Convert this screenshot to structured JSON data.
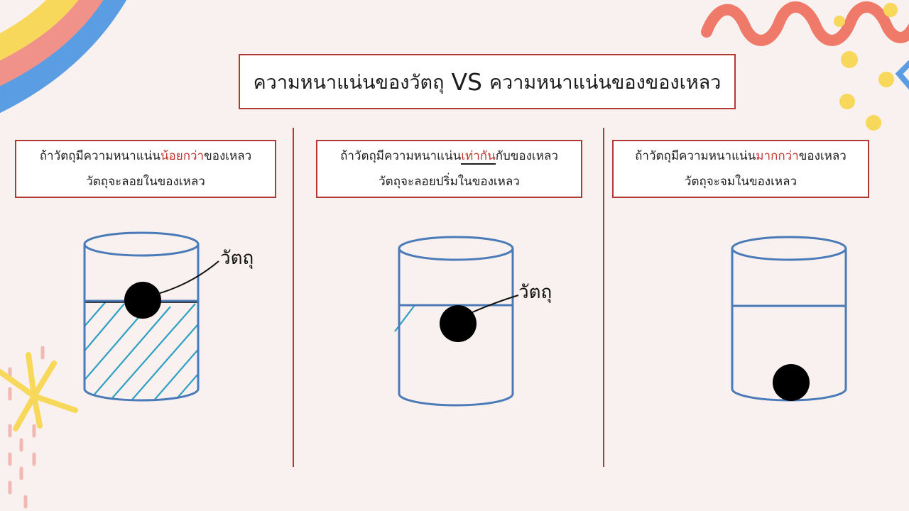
{
  "title": {
    "left": "ความหนาแน่นของวัตถุ",
    "vs": "VS",
    "right": "ความหนาแน่นของของเหลว"
  },
  "panels": [
    {
      "line1_pre": "ถ้าวัตถุมีความหนาแน่น",
      "line1_highlight": "น้อยกว่า",
      "line1_post": "ของเหลว",
      "line2": "วัตถุจะลอยในของเหลว",
      "object_label": "วัตถุ",
      "object_state": "floating"
    },
    {
      "line1_pre": "ถ้าวัตถุมีความหนาแน่น",
      "line1_highlight": "เท่ากัน",
      "line1_post": "กับของเหลว",
      "line2": "วัตถุจะลอยปริ่มในของเหลว",
      "object_label": "วัตถุ",
      "object_state": "suspended"
    },
    {
      "line1_pre": "ถ้าวัตถุมีความหนาแน่น",
      "line1_highlight": "มากกว่า",
      "line1_post": "ของเหลว",
      "line2": "วัตถุจะจมในของเหลว",
      "object_state": "sunk"
    }
  ],
  "colors": {
    "accent": "#b23a32",
    "beaker": "#4a7bb8",
    "liquid_hatch": "#2f9fc4",
    "object": "#000000",
    "highlight_text": "#c0342c"
  }
}
